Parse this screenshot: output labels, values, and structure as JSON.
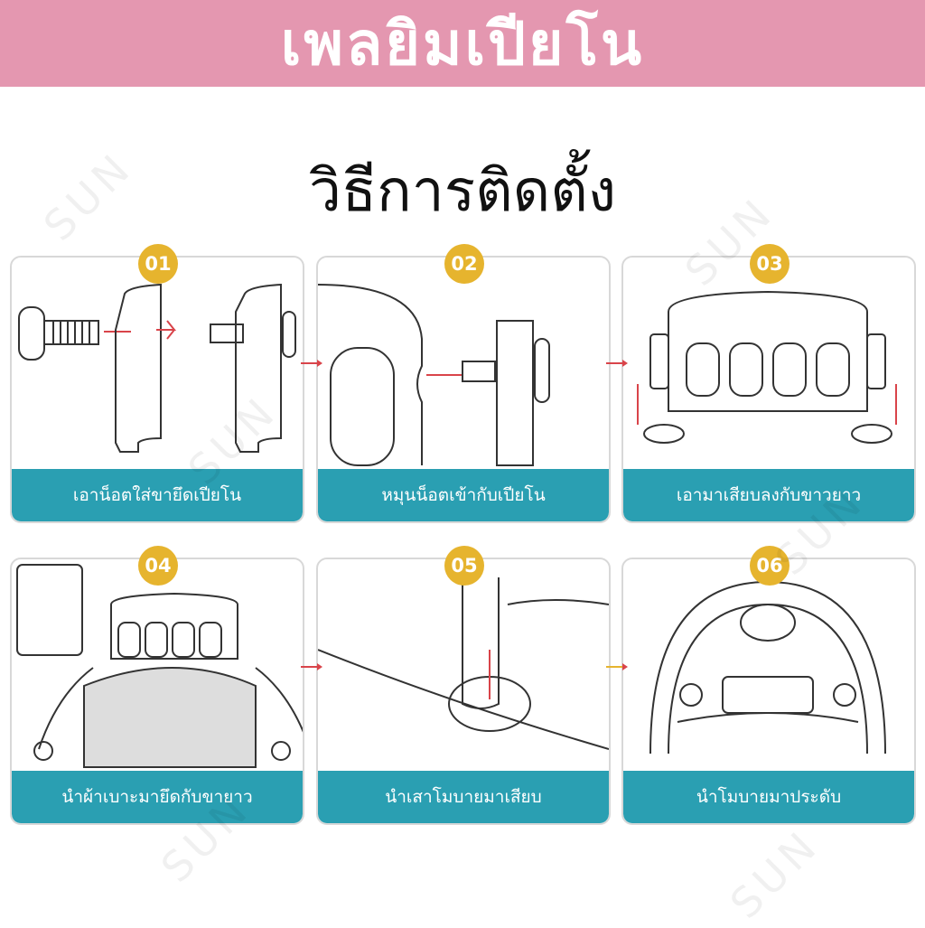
{
  "header": {
    "title": "เพลยิมเปียโน"
  },
  "subtitle": "วิธีการติดตั้ง",
  "steps": [
    {
      "number": "01",
      "caption": "เอาน็อตใส่ขายึดเปียโน"
    },
    {
      "number": "02",
      "caption": "หมุนน็อตเข้ากับเปียโน"
    },
    {
      "number": "03",
      "caption": "เอามาเสียบลงกับขาวยาว"
    },
    {
      "number": "04",
      "caption": "นำผ้าเบาะมายึดกับขายาว"
    },
    {
      "number": "05",
      "caption": "นำเสาโมบายมาเสียบ"
    },
    {
      "number": "06",
      "caption": "นำโมบายมาประดับ"
    }
  ],
  "watermark": "SUN",
  "colors": {
    "header": "#e497b0",
    "caption": "#2a9fb2",
    "badge": "#e6b42e",
    "arrow": "#d9444a"
  }
}
